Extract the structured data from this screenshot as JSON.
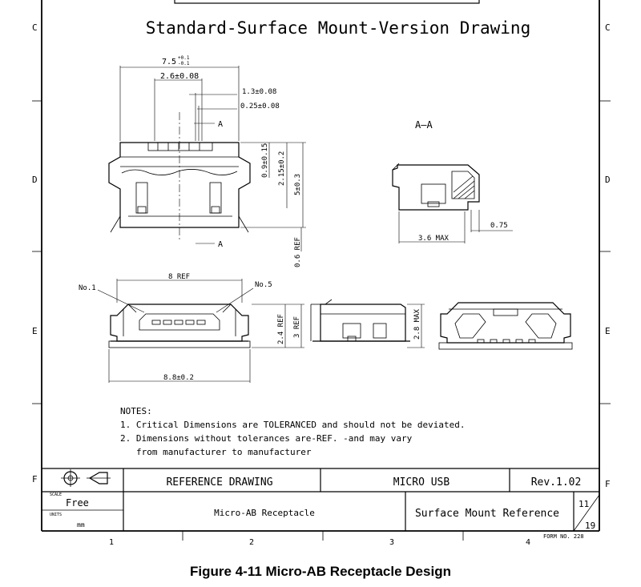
{
  "drawing": {
    "title": "Standard-Surface Mount-Version Drawing",
    "section_label": "A—A",
    "section_marker": "A",
    "row_labels": [
      "C",
      "D",
      "E",
      "F"
    ],
    "col_labels": [
      "1",
      "2",
      "3",
      "4"
    ],
    "top_view": {
      "dim_width": "7.5",
      "dim_width_tol_upper": "+0.1",
      "dim_width_tol_lower": "-0.1",
      "dim_pitch": "2.6±0.08",
      "dim_gap": "1.3±0.08",
      "dim_pin": "0.25±0.08",
      "dim_h1": "0.9±0.15",
      "dim_h2": "2.15±0.2",
      "dim_h3": "5±0.3",
      "dim_ref": "0.6 REF"
    },
    "side_section": {
      "dim_depth": "3.6 MAX",
      "dim_tab": "0.75"
    },
    "front_view": {
      "pin1": "No.1",
      "pin5": "No.5",
      "dim_inner": "8 REF",
      "dim_outer": "8.8±0.2",
      "dim_h_a": "2.4 REF",
      "dim_h_b": "3 REF"
    },
    "side_view": {
      "dim_height": "2.8 MAX"
    },
    "notes": {
      "heading": "NOTES:",
      "line1": "1. Critical Dimensions are TOLERANCED and should not be deviated.",
      "line2": "2. Dimensions without  tolerances are-REF. -and may vary",
      "line3": "from manufacturer to  manufacturer"
    }
  },
  "title_block": {
    "reference_drawing": "REFERENCE DRAWING",
    "product": "MICRO USB",
    "revision": "Rev.1.02",
    "scale_label": "SCALE",
    "scale_value": "Free",
    "units_label": "UNITS",
    "units_value": "mm",
    "part_name": "Micro-AB Receptacle",
    "ref_type": "Surface Mount Reference",
    "sheet": "11",
    "total_sheets": "19",
    "form_no": "FORM NO. 228"
  },
  "caption": "Figure 4-11  Micro-AB Receptacle Design"
}
